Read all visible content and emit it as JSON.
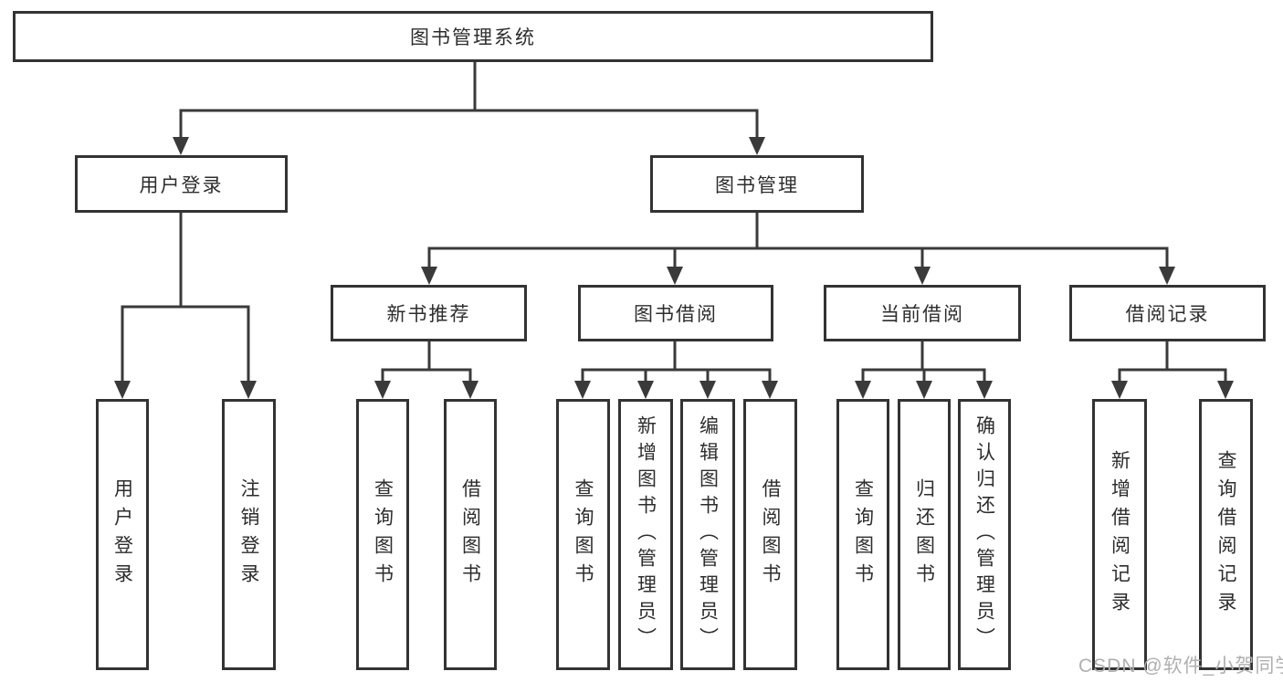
{
  "diagram_title": "图书管理系统",
  "tree": {
    "label": "图书管理系统",
    "children": [
      {
        "label": "用户登录",
        "children": [
          {
            "label": "用户登录"
          },
          {
            "label": "注销登录"
          }
        ]
      },
      {
        "label": "图书管理",
        "children": [
          {
            "label": "新书推荐",
            "children": [
              {
                "label": "查询图书"
              },
              {
                "label": "借阅图书"
              }
            ]
          },
          {
            "label": "图书借阅",
            "children": [
              {
                "label": "查询图书"
              },
              {
                "label": "新增图书（管理员）"
              },
              {
                "label": "编辑图书（管理员）"
              },
              {
                "label": "借阅图书"
              }
            ]
          },
          {
            "label": "当前借阅",
            "children": [
              {
                "label": "查询图书"
              },
              {
                "label": "归还图书"
              },
              {
                "label": "确认归还（管理员）"
              }
            ]
          },
          {
            "label": "借阅记录",
            "children": [
              {
                "label": "新增借阅记录"
              },
              {
                "label": "查询借阅记录"
              }
            ]
          }
        ]
      }
    ]
  },
  "watermark": "CSDN @软件_小贺同学",
  "colors": {
    "line": "#3a3a3a",
    "border": "#333333",
    "text": "#2d2d2d",
    "background": "#ffffff",
    "watermark": "#b0b0b0"
  }
}
